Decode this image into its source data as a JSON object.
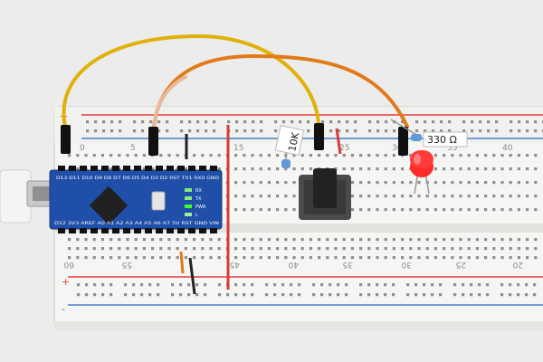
{
  "photo": {
    "description_visible_labels": true
  },
  "breadcrumb_labels": {
    "top_numbers": [
      "0",
      "5",
      "15",
      "25",
      "30",
      "35",
      "40"
    ],
    "bottom_numbers": [
      "60",
      "55",
      "45",
      "40",
      "35",
      "30",
      "25",
      "20"
    ],
    "plus_sign": "+",
    "minus_sign": "-"
  },
  "arduino": {
    "top_pin_labels": "D13 D11 D10 D9 D8 D7 D6 D5 D4 D3 D2 RST TX1 RX0 GND",
    "bottom_pin_labels": "D12 3V3 AREF A0 A1 A2 A3 A4 A5 A6 A7 5V RST GND VIN",
    "led_labels": [
      "RX",
      "TX",
      "PWR",
      "L"
    ]
  },
  "resistors": {
    "pullup_label": "10K",
    "led_resistor_label": "330 Ω"
  },
  "colors": {
    "board": "#f3f3f1",
    "rail_red": "#e04040",
    "rail_blue": "#4a7ec8",
    "arduino_pcb": "#1f4fa8",
    "wire_yellow": "#e0b10a",
    "wire_orange": "#e07a1a",
    "led_red": "#ff2a2a",
    "button_body": "#3a3a3a"
  }
}
